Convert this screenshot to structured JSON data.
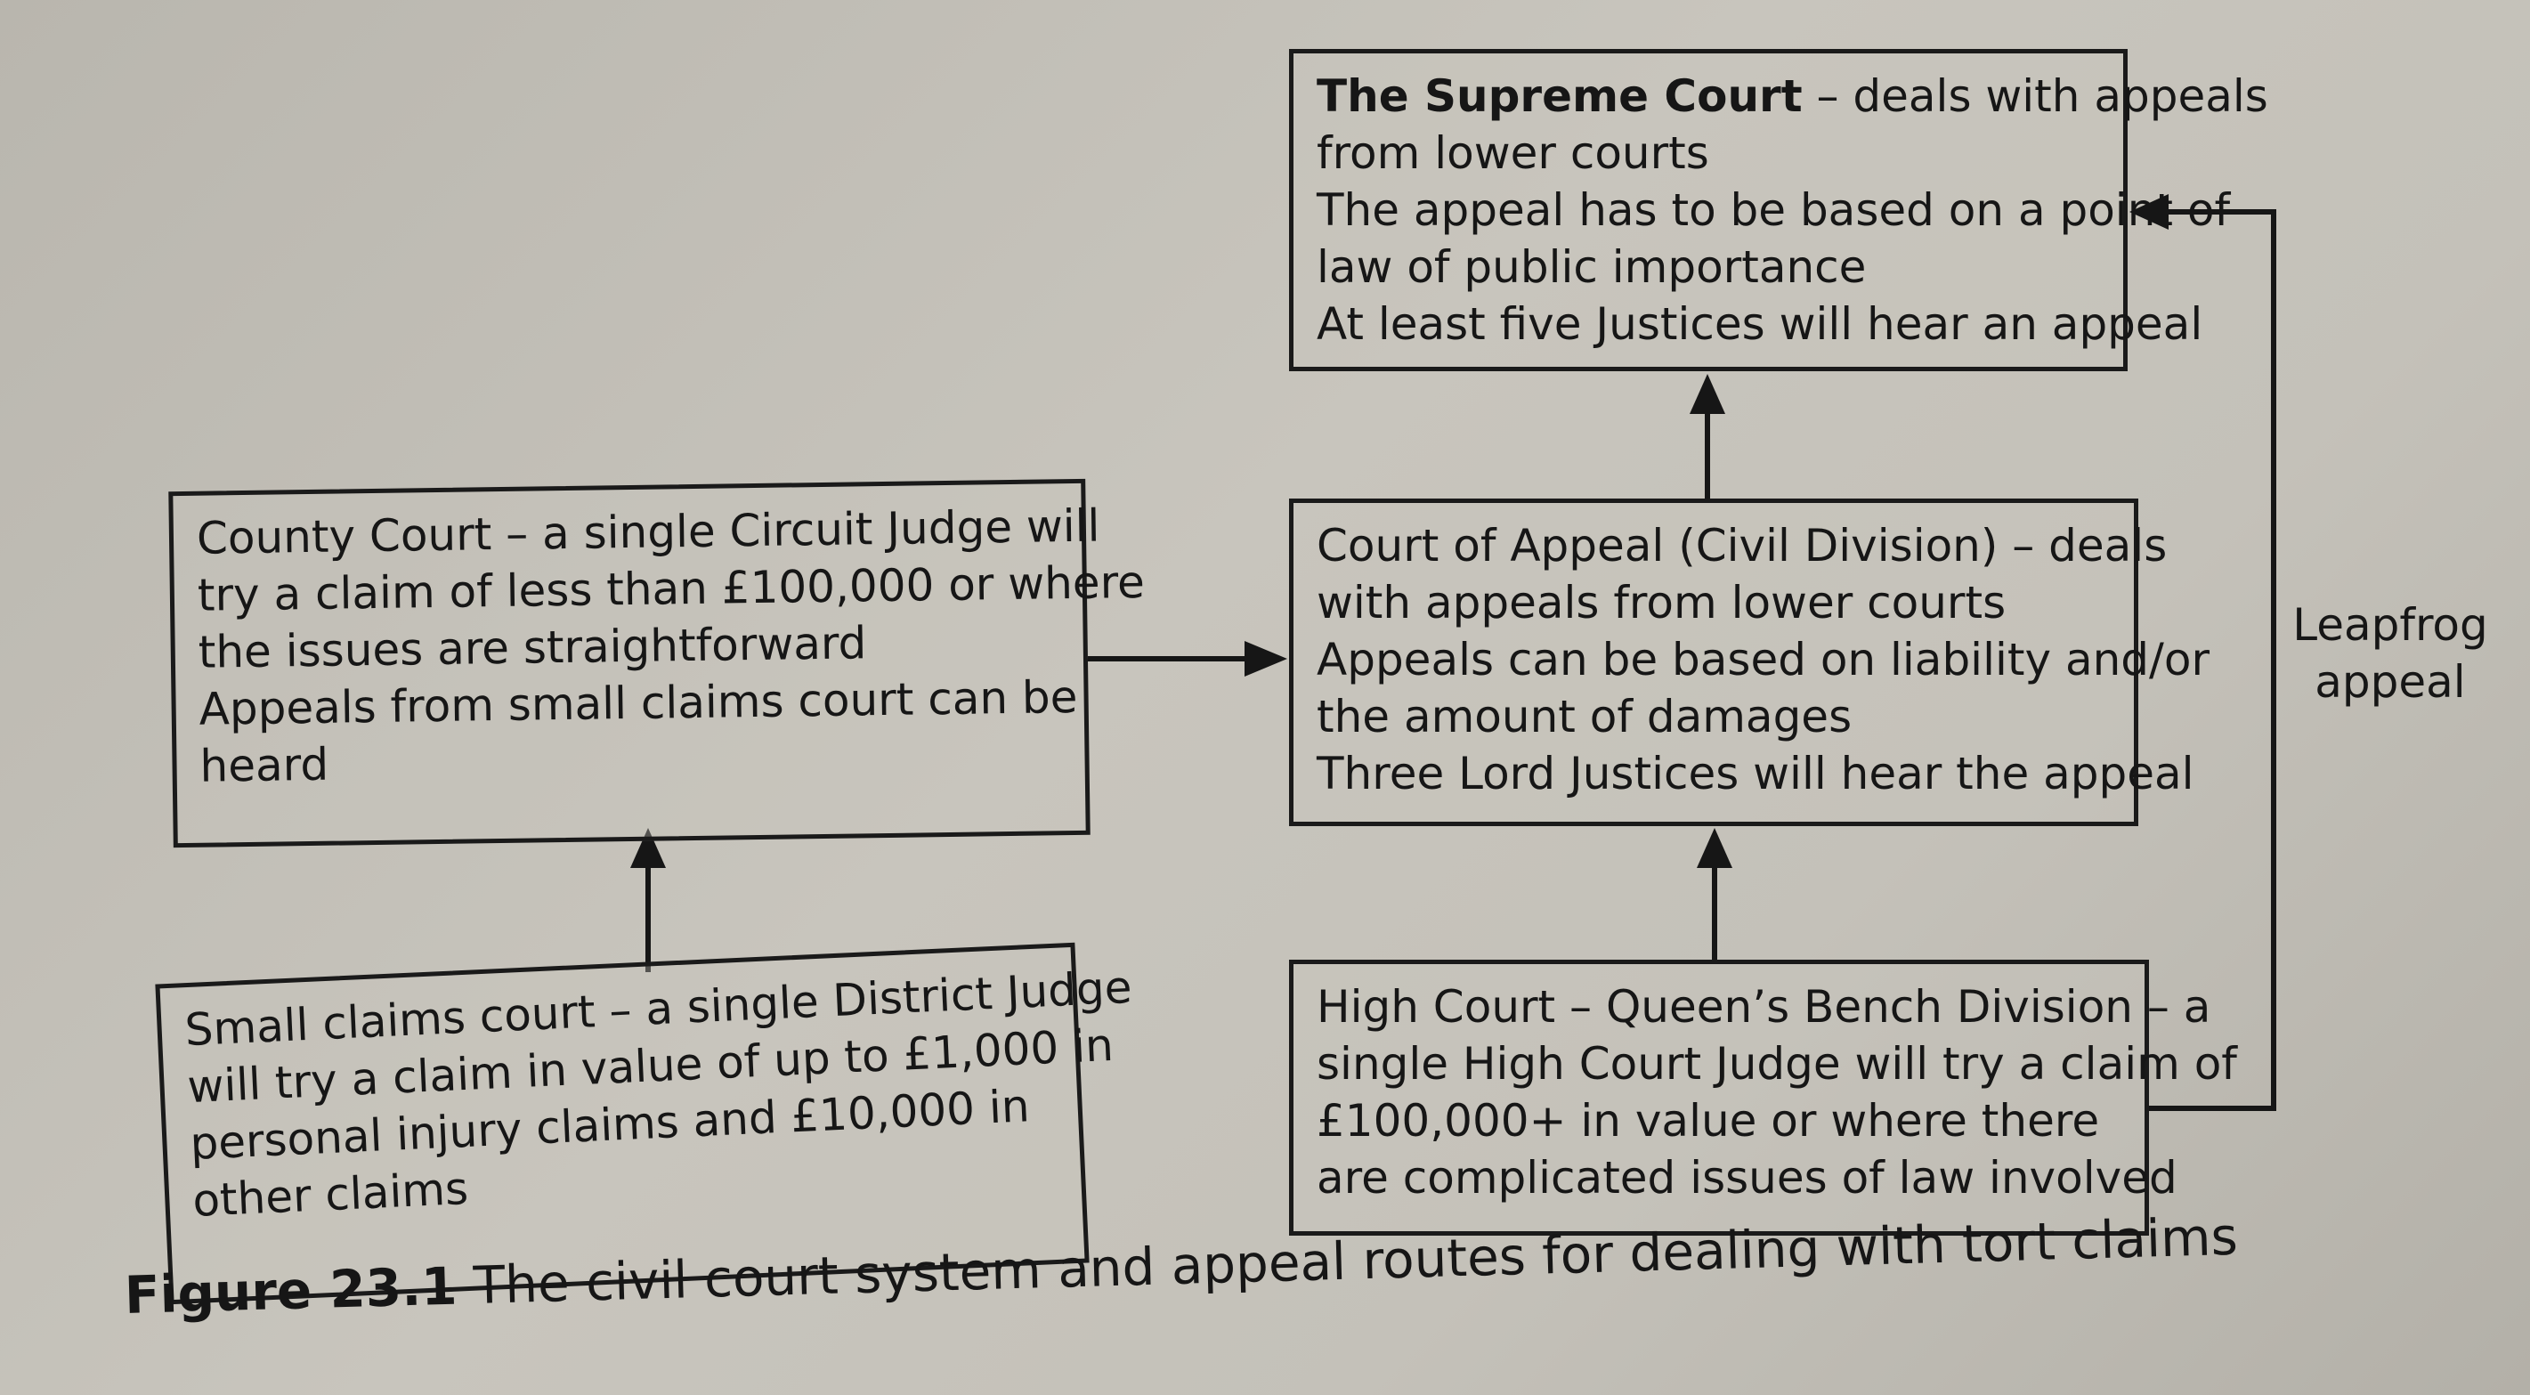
{
  "figure": {
    "number": "Figure 23.1",
    "title": "The civil court system and appeal routes for dealing with tort claims"
  },
  "nodes": {
    "supreme": {
      "name": "The Supreme Court",
      "lines": [
        "– deals with appeals",
        "from lower courts",
        "The appeal has to be based on a point of",
        "law of public importance",
        "At least five Justices will hear an appeal"
      ]
    },
    "appeal": {
      "lines": [
        "Court of Appeal (Civil Division) – deals",
        "with appeals from lower courts",
        "Appeals can be based on liability and/or",
        "the amount of damages",
        "Three Lord Justices will hear the appeal"
      ]
    },
    "high": {
      "lines": [
        "High Court – Queen’s Bench Division – a",
        "single High Court Judge will try a claim of",
        "£100,000+ in value or where there",
        "are complicated issues of law involved"
      ]
    },
    "county": {
      "lines": [
        "County Court – a single Circuit Judge will",
        "try a claim of less than £100,000 or where",
        "the issues are straightforward",
        "Appeals from small claims court can be",
        "heard"
      ]
    },
    "small": {
      "lines": [
        "Small claims court – a single District Judge",
        "will try a claim in value of up to £1,000 in",
        "personal injury claims and £10,000 in",
        "other claims"
      ]
    }
  },
  "edges": [
    {
      "from": "small",
      "to": "county"
    },
    {
      "from": "county",
      "to": "appeal"
    },
    {
      "from": "high",
      "to": "appeal"
    },
    {
      "from": "appeal",
      "to": "supreme"
    },
    {
      "from": "high",
      "to": "supreme",
      "label_lines": [
        "Leapfrog",
        "appeal"
      ]
    }
  ]
}
